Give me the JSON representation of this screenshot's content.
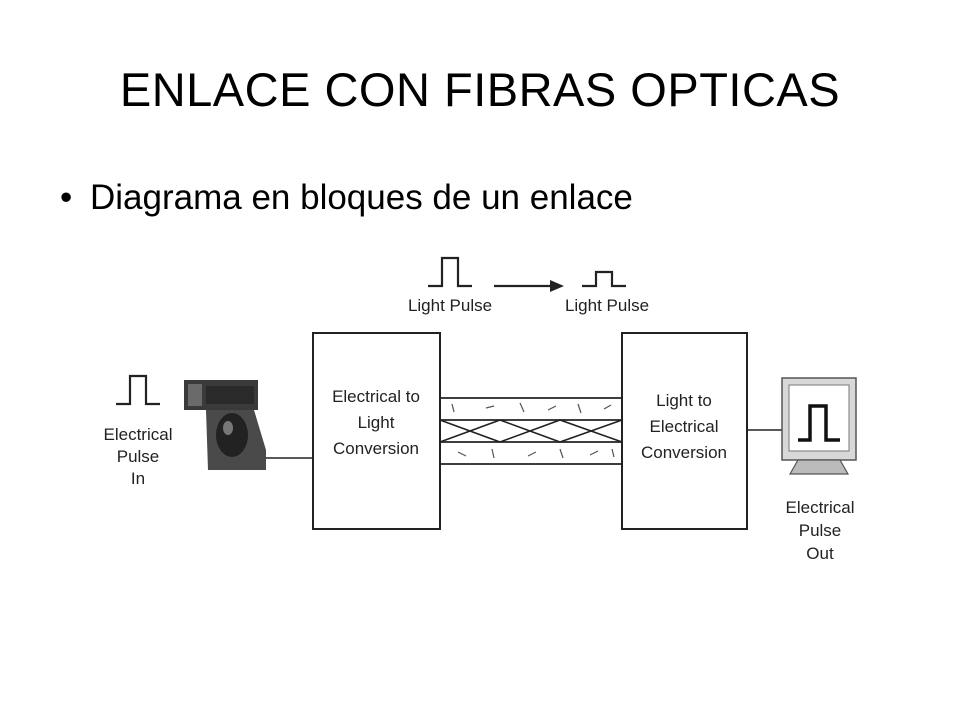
{
  "title": "ENLACE CON FIBRAS OPTICAS",
  "bullet": {
    "marker": "•",
    "text": "Diagrama en bloques de un enlace"
  },
  "diagram": {
    "pulse_in_label": [
      "Electrical",
      "Pulse",
      "In"
    ],
    "transmitter_block": [
      "Electrical to",
      "Light",
      "Conversion"
    ],
    "light_pulse_left": "Light Pulse",
    "light_pulse_right": "Light Pulse",
    "receiver_block": [
      "Light to",
      "Electrical",
      "Conversion"
    ],
    "pulse_out_label": [
      "Electrical",
      "Pulse",
      "Out"
    ]
  }
}
